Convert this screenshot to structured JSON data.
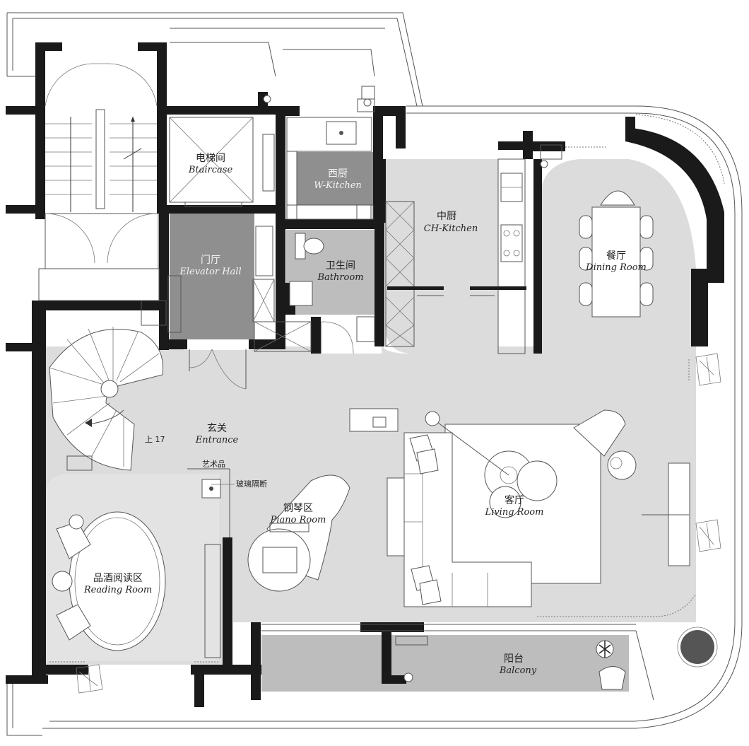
{
  "colors": {
    "floor": "#dcdcdc",
    "floor_dark": "#8f8f8f",
    "wall": "#1a1a1a",
    "line": "#555555",
    "background": "#ffffff"
  },
  "rooms": {
    "staircase": {
      "cn": "电梯间",
      "en": "Btaircase"
    },
    "w_kitchen": {
      "cn": "西厨",
      "en": "W-Kitchen"
    },
    "elevator_hall": {
      "cn": "门厅",
      "en": "Elevator Hall"
    },
    "bathroom": {
      "cn": "卫生间",
      "en": "Bathroom"
    },
    "ch_kitchen": {
      "cn": "中厨",
      "en": "CH-Kitchen"
    },
    "dining_room": {
      "cn": "餐厅",
      "en": "Dining Room"
    },
    "entrance": {
      "cn": "玄关",
      "en": "Entrance"
    },
    "living_room": {
      "cn": "客厅",
      "en": "Living Room"
    },
    "piano_room": {
      "cn": "钢琴区",
      "en": "Piano Room"
    },
    "reading_room": {
      "cn": "品酒阅读区",
      "en": "Reading Room"
    },
    "balcony": {
      "cn": "阳台",
      "en": "Balcony"
    }
  },
  "annotations": {
    "stairs_up": "上 17",
    "artwork": "艺术品",
    "glass_partition": "玻璃隔断"
  },
  "icons": [
    "stair-arrow-icon",
    "elevator-cross-icon",
    "plant-icon",
    "sink-icon",
    "toilet-icon",
    "stove-icon",
    "door-swing-icon"
  ]
}
